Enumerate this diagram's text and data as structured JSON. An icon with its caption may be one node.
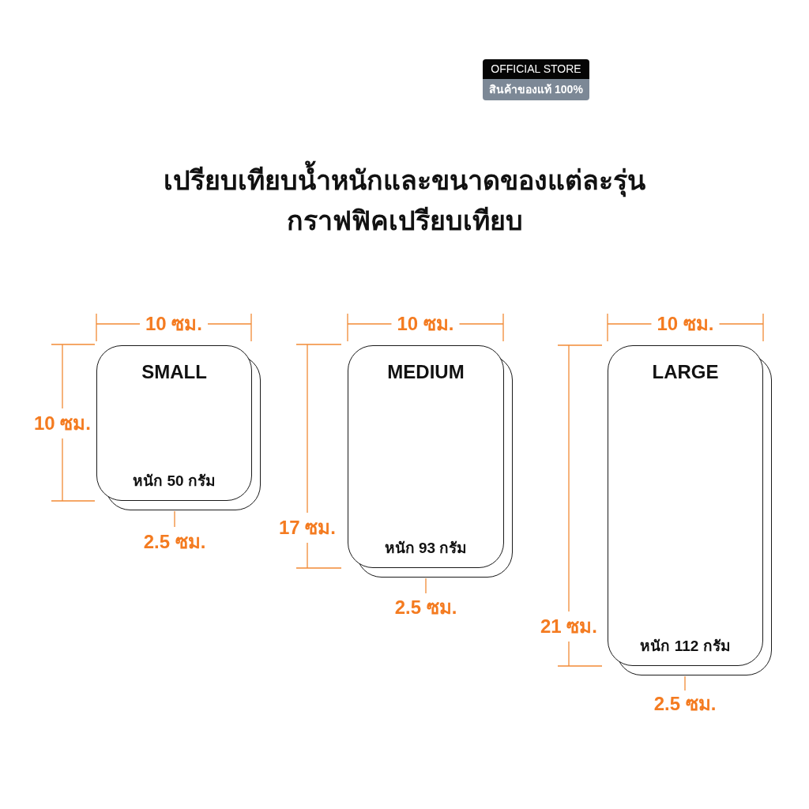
{
  "diagram": {
    "title": "เปรียบเทียบน้ำหนักและขนาดของแต่ละรุ่น",
    "nodes": [
      {
        "text": [
          "OFFICIAL STORE",
          "สินค้าของแท้ 100%"
        ]
      },
      {
        "text": [
          "SMALL",
          "หนัก 50 กรัม"
        ]
      },
      {
        "text": [
          "MEDIUM",
          "หนัก 93 กรัม"
        ]
      },
      {
        "text": [
          "LARGE",
          "หนัก 112 กรัม"
        ]
      }
    ],
    "labels": [
      "กราฟฟิคเปรียบเทียบ",
      "10 ซม.",
      "10 ซม.",
      "10 ซม.",
      "10 ซม.",
      "2.5 ซม.",
      "17 ซม.",
      "2.5 ซม.",
      "21 ซม.",
      "2.5 ซม."
    ]
  }
}
